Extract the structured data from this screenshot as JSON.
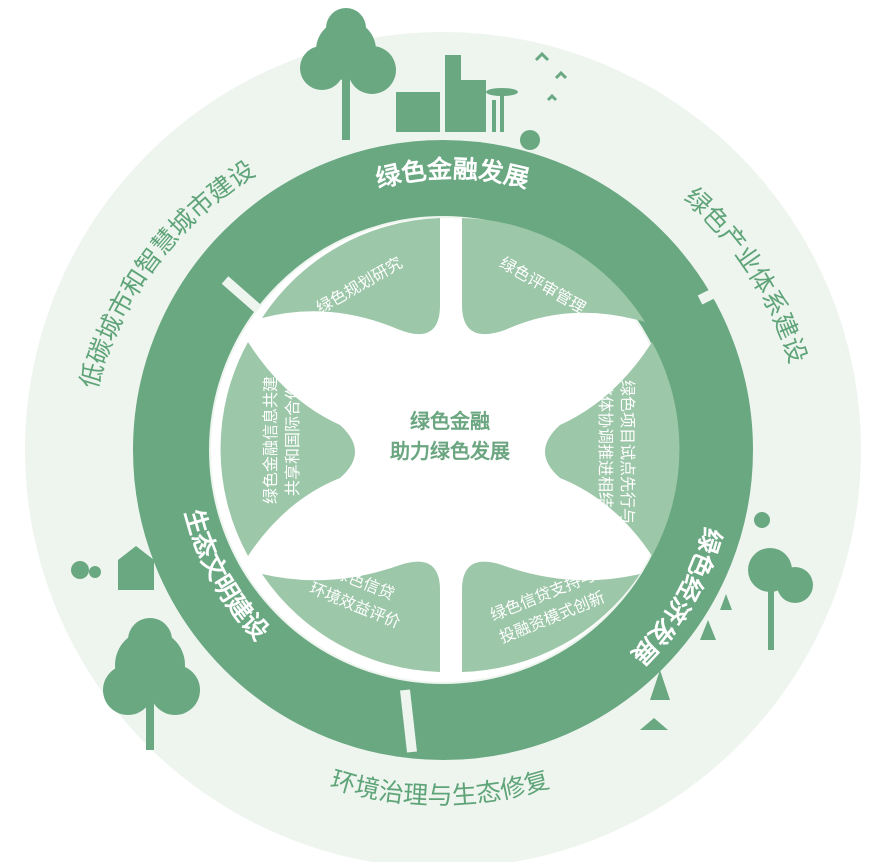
{
  "center": {
    "line1": "绿色金融",
    "line2": "助力绿色发展"
  },
  "ring_segments": {
    "top": "绿色金融发展",
    "right": "绿色经济发展",
    "left": "生态文明建设"
  },
  "outer_labels": {
    "top_left": "低碳城市和智慧城市建设",
    "top_right": "绿色产业体系建设",
    "bottom": "环境治理与生态修复"
  },
  "petals": {
    "top_left": "绿色规划研究",
    "top_right": "绿色评审管理",
    "right": [
      "绿色项目试点先行与",
      "整体协调推进相结合"
    ],
    "bottom_right": [
      "绿色信贷支持与",
      "投融资模式创新"
    ],
    "bottom_left": [
      "绿色信贷",
      "环境效益评价"
    ],
    "left": [
      "绿色金融信息共建",
      "共享和国际合作"
    ]
  },
  "colors": {
    "outer_disc": "#eef5ef",
    "ring": "#6aa882",
    "petal": "#9cc7a8",
    "illustration": "#6aa882",
    "white": "#ffffff"
  }
}
